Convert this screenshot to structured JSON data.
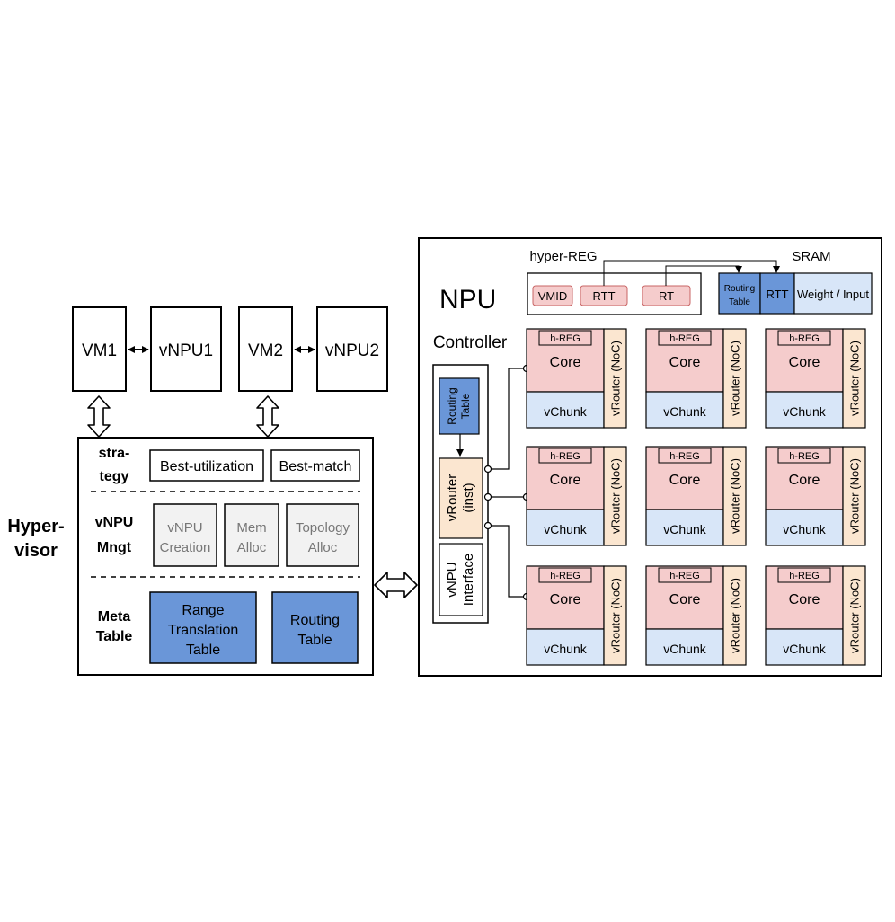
{
  "vms": [
    {
      "vm": "VM1",
      "vnpu": "vNPU1"
    },
    {
      "vm": "VM2",
      "vnpu": "vNPU2"
    }
  ],
  "hypervisor": {
    "title": [
      "Hyper-",
      "visor"
    ],
    "strategy": {
      "label": [
        "stra-",
        "tegy"
      ],
      "items": [
        "Best-utilization",
        "Best-match"
      ]
    },
    "vnpu_mngt": {
      "label": [
        "vNPU",
        "Mngt"
      ],
      "items": [
        [
          "vNPU",
          "Creation"
        ],
        [
          "Mem",
          "Alloc"
        ],
        [
          "Topology",
          "Alloc"
        ]
      ]
    },
    "meta_table": {
      "label": [
        "Meta",
        "Table"
      ],
      "items": [
        [
          "Range",
          "Translation",
          "Table"
        ],
        [
          "Routing",
          "Table"
        ]
      ]
    }
  },
  "npu": {
    "title": "NPU",
    "hyper_reg": {
      "label": "hyper-REG",
      "items": [
        "VMID",
        "RTT",
        "RT"
      ]
    },
    "sram": {
      "label": "SRAM",
      "items": [
        [
          "Routing",
          "Table"
        ],
        [
          "RTT"
        ],
        [
          "Weight / Input"
        ]
      ]
    },
    "controller": {
      "label": "Controller",
      "routing_table": [
        "Routing",
        "Table"
      ],
      "vrouter_inst": [
        "vRouter",
        "(inst)"
      ],
      "vnpu_interface": [
        "vNPU",
        "Interface"
      ]
    },
    "core_tile": {
      "hreg": "h-REG",
      "core": "Core",
      "vchunk": "vChunk",
      "vrouter": "vRouter (NoC)"
    },
    "grid": {
      "rows": 3,
      "cols": 3
    }
  },
  "colors": {
    "pink": "#f5cccc",
    "pink_stroke": "#c86464",
    "blue": "#6a96d8",
    "light_blue": "#d8e6f8",
    "peach": "#fbe6d0",
    "gray": "#f2f2f2"
  }
}
